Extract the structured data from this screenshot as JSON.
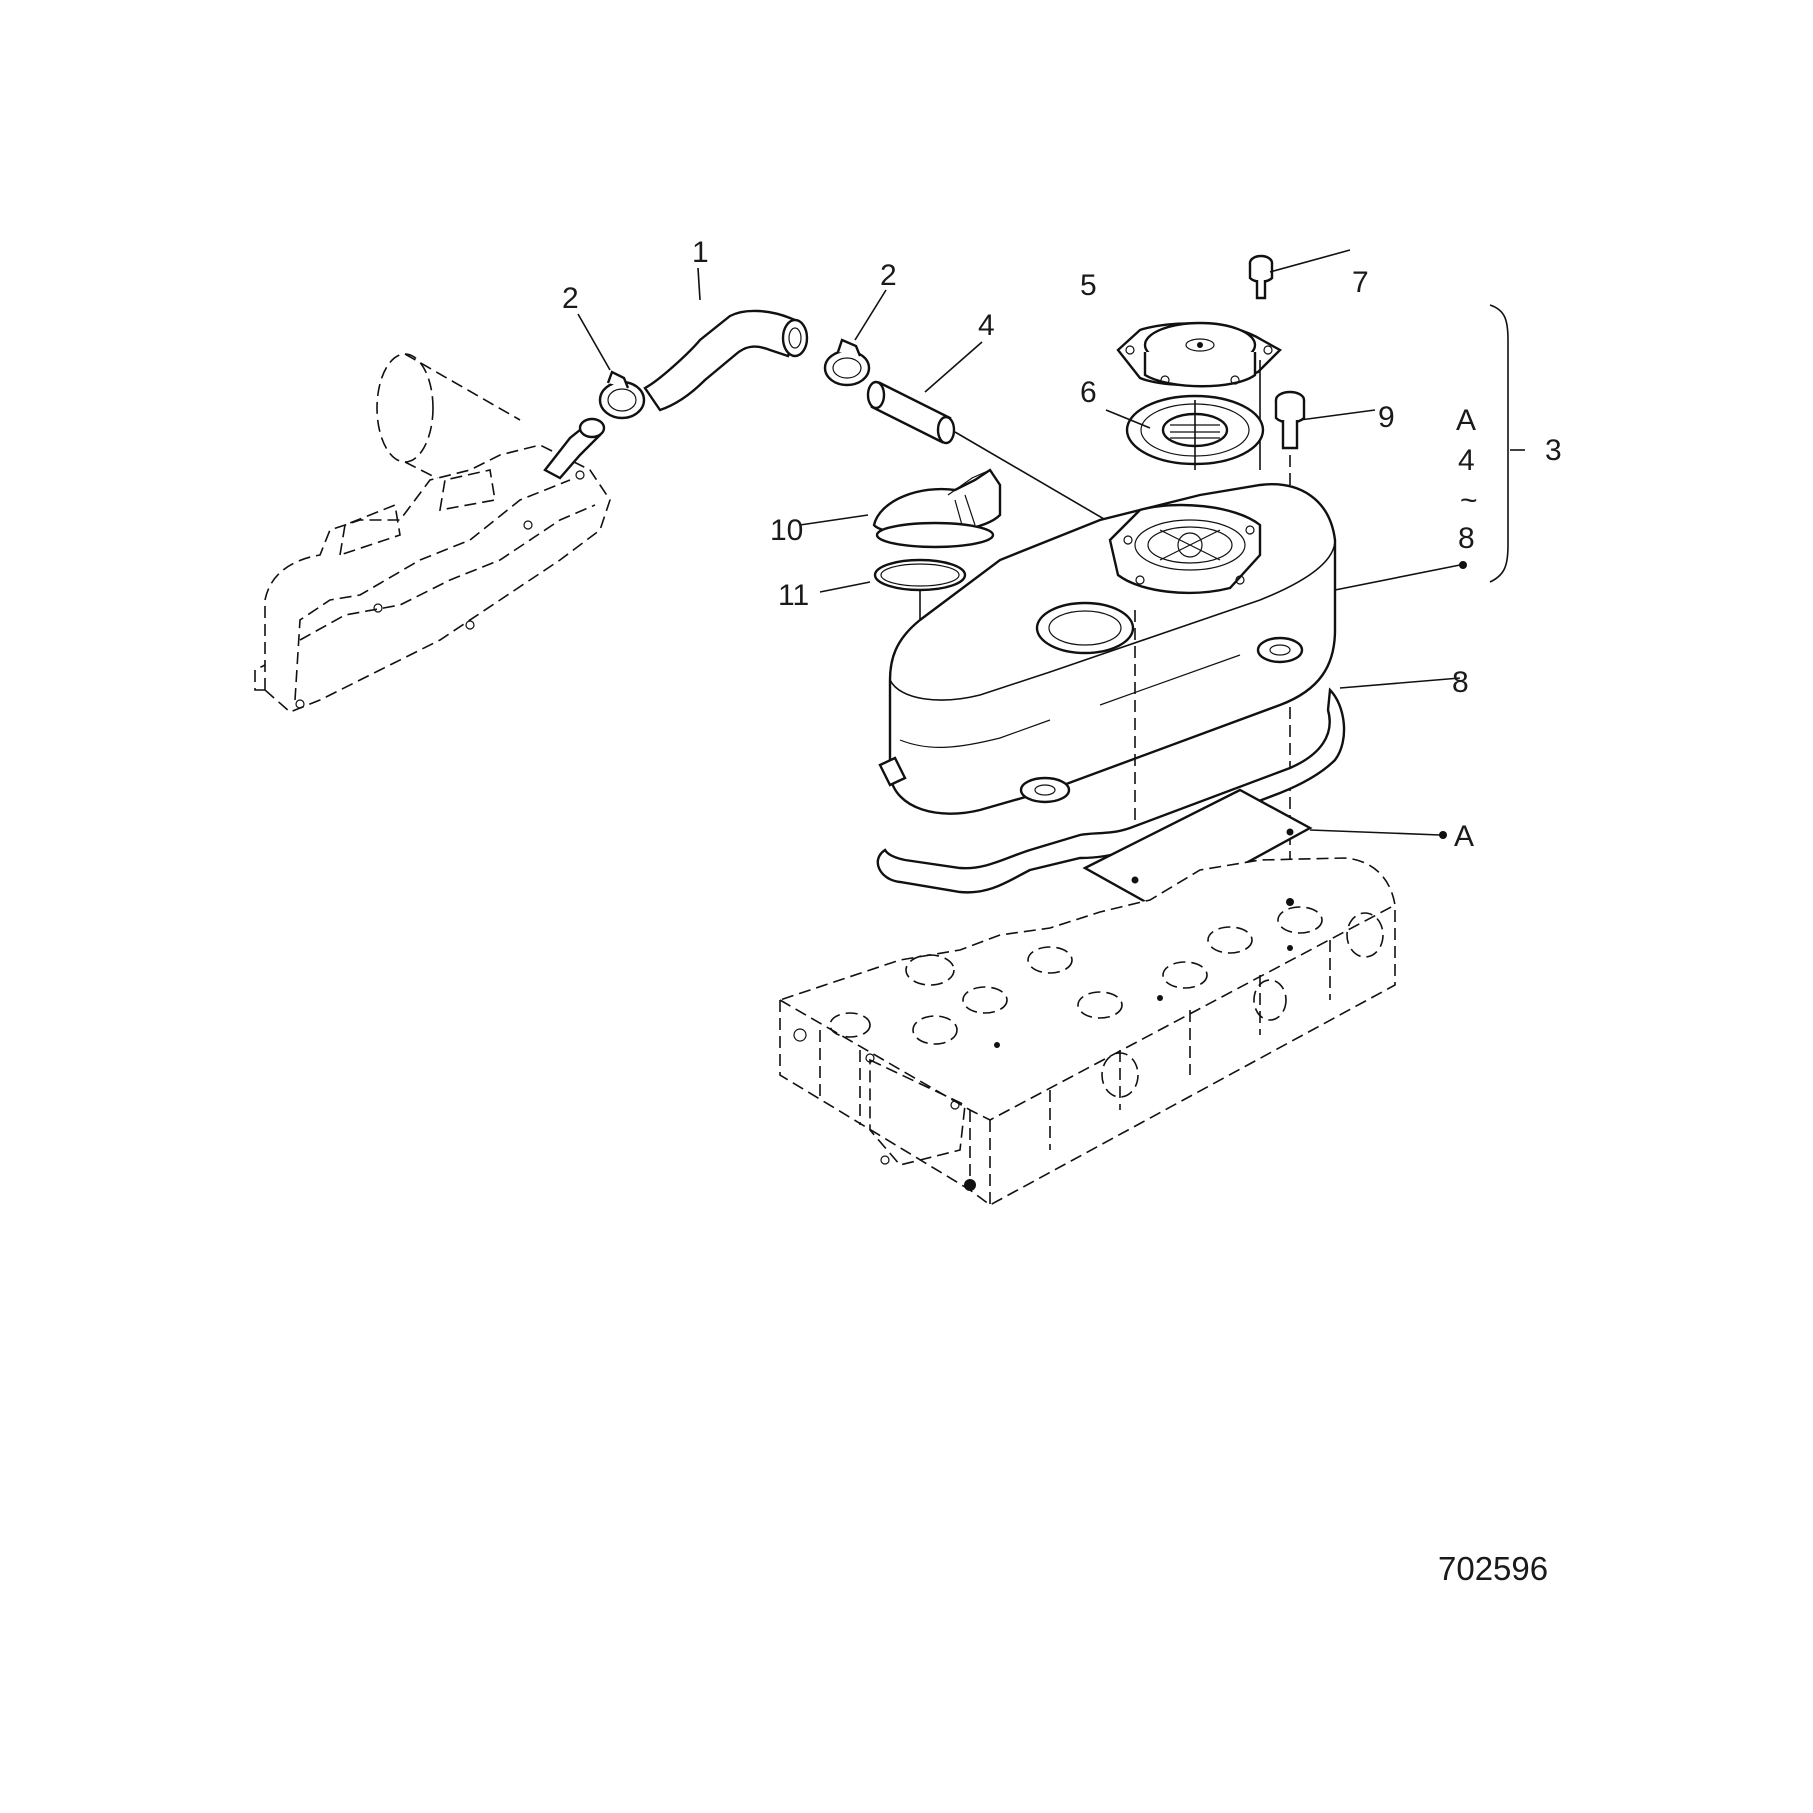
{
  "diagram": {
    "callouts": [
      {
        "key": "hose",
        "text": "1"
      },
      {
        "key": "clamp-left",
        "text": "2"
      },
      {
        "key": "clamp-right",
        "text": "2"
      },
      {
        "key": "cover-assembly",
        "text": "3"
      },
      {
        "key": "pipe",
        "text": "4"
      },
      {
        "key": "breather-cap",
        "text": "5"
      },
      {
        "key": "diaphragm",
        "text": "6"
      },
      {
        "key": "screw-7",
        "text": "7"
      },
      {
        "key": "gasket",
        "text": "8"
      },
      {
        "key": "bolt-9",
        "text": "9"
      },
      {
        "key": "oil-filler-cap",
        "text": "10"
      },
      {
        "key": "o-ring",
        "text": "11"
      },
      {
        "key": "plate-A",
        "text": "A"
      }
    ],
    "bracket_list": [
      "A",
      "4",
      "~",
      "8"
    ],
    "figure_code": "702596"
  }
}
